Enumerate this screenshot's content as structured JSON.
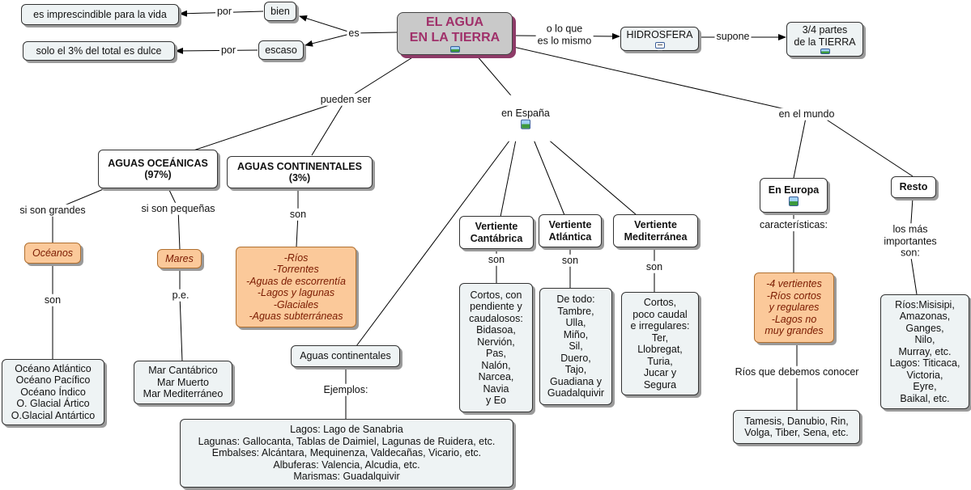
{
  "nodes": {
    "root": "EL AGUA\nEN LA TIERRA",
    "hidrosfera": "HIDROSFERA",
    "tres_cuartos": "3/4 partes\nde la TIERRA",
    "bien": "bien",
    "escaso": "escaso",
    "imprescindible": "es imprescindible para la vida",
    "solo_3": "solo el 3% del total es dulce",
    "oceanicas": "AGUAS OCEÁNICAS\n(97%)",
    "continentales": "AGUAS CONTINENTALES\n(3%)",
    "oceanos": "Océanos",
    "mares": "Mares",
    "lista_oceanos": "Océano Atlántico\nOcéano Pacífico\nOcéano Índico\nO. Glacial Ártico\nO.Glacial Antártico",
    "lista_mares": "Mar Cantábrico\nMar Muerto\nMar Mediterráneo",
    "tipos_continentales": "-Ríos\n-Torrentes\n-Aguas de escorrentía\n-Lagos y lagunas\n-Glaciales\n-Aguas subterráneas",
    "aguas_continentales_esp": "Aguas continentales",
    "ejemplos_lista": "Lagos: Lago de Sanabria\nLagunas: Gallocanta, Tablas de Daimiel, Lagunas de Ruidera, etc.\nEmbalses: Alcántara, Mequinenza, Valdecañas, Vicario, etc.\nAlbuferas: Valencia, Alcudia, etc.\nMarismas: Guadalquivir",
    "v_cantabrica": "Vertiente\nCantábrica",
    "v_atlantica": "Vertiente\nAtlántica",
    "v_mediterranea": "Vertiente\nMediterránea",
    "cantabrica_desc": "Cortos, con\npendiente y\ncaudalosos:\nBidasoa,\nNervión,\nPas,\nNalón,\nNarcea,\nNavia\ny Eo",
    "atlantica_desc": "De todo:\nTambre,\nUlla,\nMiño,\nSil,\nDuero,\nTajo,\nGuadiana y\nGuadalquivir",
    "mediterranea_desc": "Cortos,\npoco caudal\ne irregulares:\nTer,\nLlobregat,\nTuria,\nJucar y\nSegura",
    "europa": "En Europa",
    "resto": "Resto",
    "caract_europa": "-4 vertientes\n-Ríos cortos\ny regulares\n-Lagos no\nmuy grandes",
    "rios_europa": "Tamesis, Danubio, Rin,\nVolga, Tiber, Sena, etc.",
    "rios_resto": "Ríos:Misisipi,\nAmazonas,\nGanges,\nNilo,\nMurray, etc.\nLagos: Titicaca,\nVictoria,\nEyre,\nBaikal, etc."
  },
  "links": {
    "es": "es",
    "por1": "por",
    "por2": "por",
    "o_lo_que": "o lo que\nes lo mismo",
    "supone": "supone",
    "pueden_ser": "pueden ser",
    "en_espana": "en España",
    "en_el_mundo": "en el mundo",
    "si_grandes": "si son grandes",
    "si_pequenas": "si son pequeñas",
    "son_cont": "son",
    "son_oceanos": "son",
    "pe": "p.e.",
    "ejemplos": "Ejemplos:",
    "son_cant": "son",
    "son_atl": "son",
    "son_med": "son",
    "caracteristicas": "características:",
    "rios_conocer": "Ríos que debemos conocer",
    "mas_importantes": "los más\nimportantes son:"
  },
  "icons": [
    "image-icon",
    "document-icon"
  ],
  "colors": {
    "root_text": "#a0306a",
    "root_shadow": "#8e3b68",
    "highlight_fill": "#fbc99a",
    "node_fill": "#eef3f4"
  }
}
